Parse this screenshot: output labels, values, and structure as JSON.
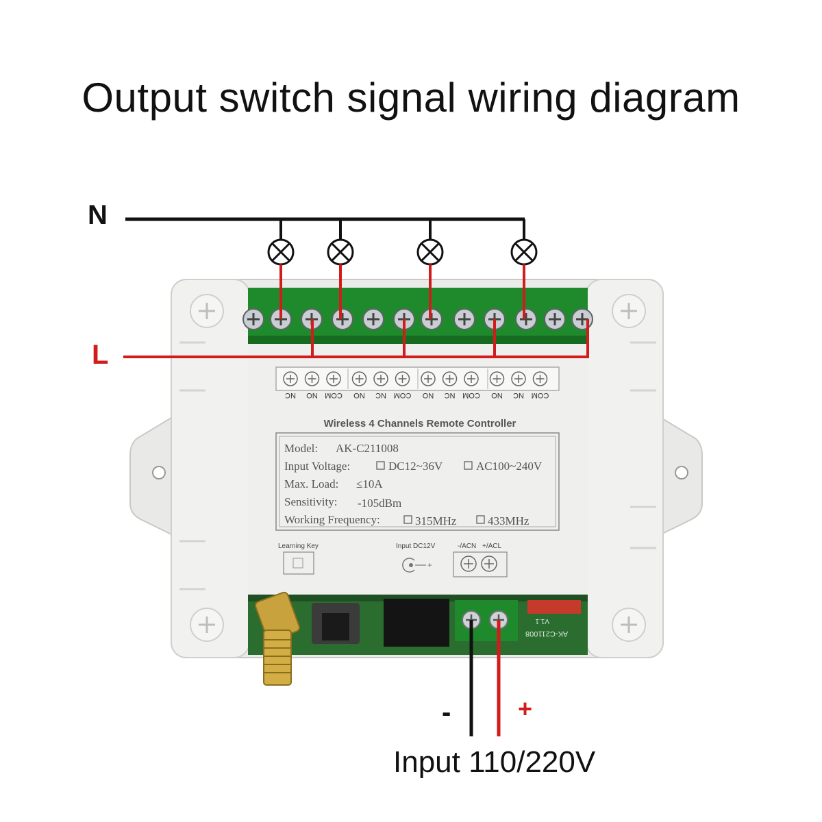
{
  "title": "Output switch signal wiring diagram",
  "wires": {
    "neutral": "N",
    "live": "L",
    "minus": "-",
    "plus": "+"
  },
  "colors": {
    "neutral_wire": "#111111",
    "live_wire": "#d21c1c",
    "terminal_block": "#1f8a2b",
    "case": "#e8e8e6"
  },
  "terminal_labels": [
    "NC",
    "NO",
    "COM",
    "NO",
    "NC",
    "COM",
    "NO",
    "NC",
    "COM",
    "NO",
    "NC",
    "COM"
  ],
  "device": {
    "heading": "Wireless 4 Channels Remote Controller",
    "model_label": "Model:",
    "model_value": "AK-C211008",
    "input_voltage_label": "Input Voltage:",
    "input_voltage_opt1": "DC12~36V",
    "input_voltage_opt2": "AC100~240V",
    "max_load_label": "Max. Load:",
    "max_load_value": "≤10A",
    "sensitivity_label": "Sensitivity:",
    "sensitivity_value": "-105dBm",
    "frequency_label": "Working Frequency:",
    "frequency_opt1": "315MHz",
    "frequency_opt2": "433MHz",
    "learning_key": "Learning Key",
    "input_dc": "Input DC12V",
    "acn": "-/ACN",
    "acl": "+/ACL",
    "pcb_model": "AK-C211008",
    "pcb_version": "V1.1"
  },
  "input_label": "Input 110/220V"
}
